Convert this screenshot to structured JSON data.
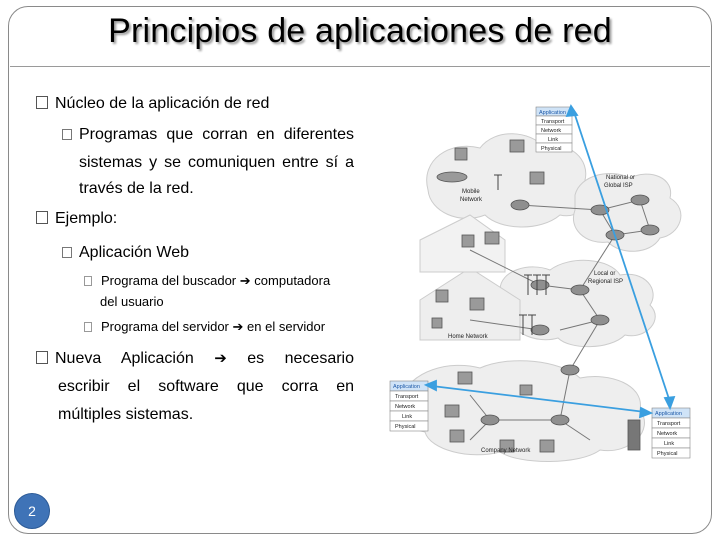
{
  "title": "Principios de aplicaciones de red",
  "page_number": "2",
  "bullets": {
    "b1": "Núcleo de la aplicación de red",
    "b1_sub_line1": "Programas que corran en diferentes",
    "b1_sub_line2": "sistemas y se comuniquen entre sí a",
    "b1_sub_line3": "través de la red.",
    "b2": "Ejemplo:",
    "b2_sub": "Aplicación Web",
    "b2_sub_a_part1": "Programa del buscador",
    "b2_sub_a_part2": "computadora",
    "b2_sub_a_line2": "del usuario",
    "b2_sub_b_part1": "Programa del servidor",
    "b2_sub_b_part2": "en el servidor",
    "b3_part1": "Nueva Aplicación",
    "b3_part2": "es necesario",
    "b3_line2": "escribir el software que corra en",
    "b3_line3": "múltiples sistemas."
  },
  "diagram": {
    "stack_layers": [
      "Application",
      "Transport",
      "Network",
      "Link",
      "Physical"
    ],
    "labels": {
      "mobile": [
        "Mobile",
        "Network"
      ],
      "national": [
        "National or",
        "Global ISP"
      ],
      "regional": [
        "Local or",
        "Regional ISP"
      ],
      "home": "Home Network",
      "company": "Company Network"
    },
    "colors": {
      "accent": "#3a9fe0",
      "app_layer": "#cfe3f7",
      "cloud": "#eeeeee"
    }
  }
}
